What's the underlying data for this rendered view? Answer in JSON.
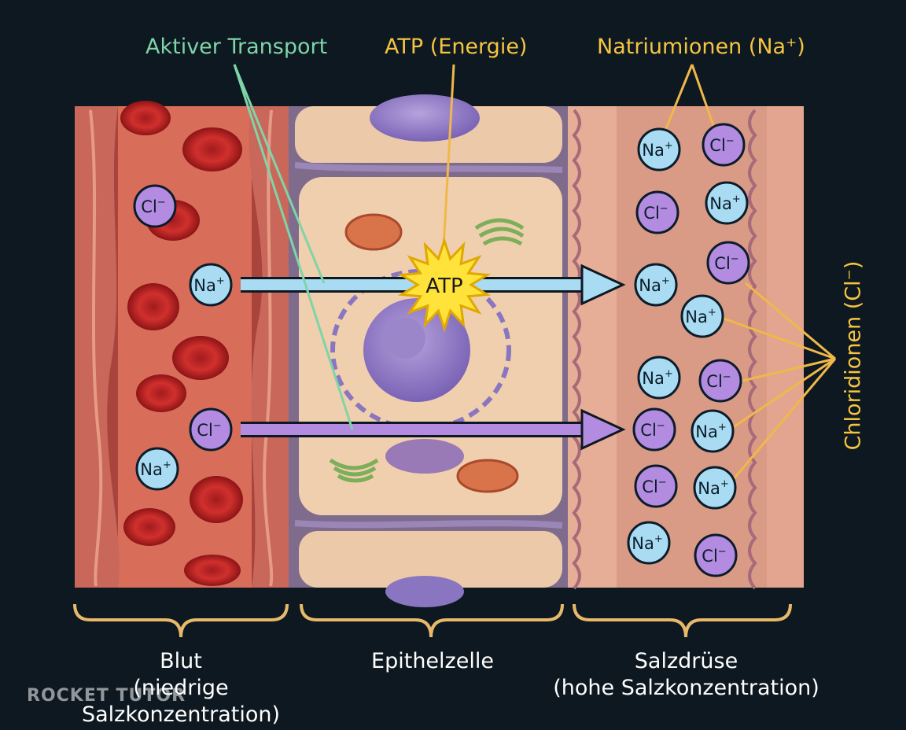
{
  "labels": {
    "active_transport": "Aktiver Transport",
    "atp_energy": "ATP (Energie)",
    "sodium_ions": "Natriumionen (Na⁺)",
    "chloride_ions": "Chloridionen (Cl⁻)",
    "atp": "ATP"
  },
  "regions": {
    "blood_title": "Blut",
    "blood_sub": "(niedrige Salzkonzentration)",
    "epithelial": "Epithelzelle",
    "gland_title": "Salzdrüse",
    "gland_sub": "(hohe Salzkonzentration)"
  },
  "ions": {
    "na": "Na",
    "na_charge": "+",
    "cl": "Cl",
    "cl_charge": "−"
  },
  "watermark": "ROCKET TUTOR",
  "colors": {
    "background": "#0d1820",
    "active_transport": "#7fd4a8",
    "atp_label": "#f5c542",
    "sodium_label": "#f5c542",
    "chloride_label": "#f5c542",
    "brace": "#e8b96a",
    "na_ion": "#a9dcf2",
    "cl_ion": "#b38be0",
    "na_arrow": "#a9dcf2",
    "cl_arrow": "#b38be0",
    "atp_star": "#ffe23a"
  }
}
